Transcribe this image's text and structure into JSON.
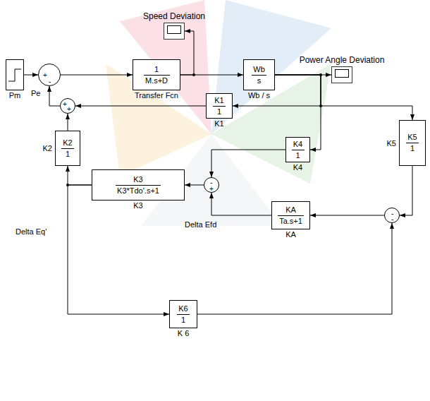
{
  "diagram": {
    "nodes": [
      {
        "text": [
          "Speed Deviation"
        ]
      },
      {
        "text": [
          "Power Angle Deviation"
        ]
      },
      {
        "text": [
          "Pm"
        ]
      },
      {
        "text": [
          "+",
          "-"
        ]
      },
      {
        "text": [
          "1",
          "M.s+D",
          "Transfer Fcn"
        ]
      },
      {
        "text": [
          "Wb",
          "s",
          "Wb / s"
        ]
      },
      {
        "text": [
          "+",
          "+"
        ]
      },
      {
        "text": [
          "K1",
          "1",
          "K1"
        ]
      },
      {
        "text": [
          "K2",
          "1",
          "K2"
        ]
      },
      {
        "text": [
          "K4",
          "1",
          "K4"
        ]
      },
      {
        "text": [
          "K5",
          "1",
          "K5"
        ]
      },
      {
        "text": [
          "K3",
          "K3*Tdo'.s+1",
          "K3"
        ]
      },
      {
        "text": [
          "-",
          "+"
        ]
      },
      {
        "text": [
          "KA",
          "Ta.s+1",
          "KA"
        ]
      },
      {
        "text": [
          "-",
          "-"
        ]
      },
      {
        "text": [
          "K6",
          "1",
          "K 6"
        ]
      }
    ],
    "edges": [
      {
        "from": 2,
        "to": 3,
        "arrow": "to"
      },
      {
        "from": 3,
        "to": 4,
        "arrow": "to"
      },
      {
        "from": 4,
        "to": 5,
        "arrow": "to"
      },
      {
        "from": 4,
        "to": 0,
        "arrow": "to"
      },
      {
        "from": 5,
        "to": 1,
        "arrow": "to"
      },
      {
        "from": 5,
        "to": 7,
        "arrow": "to"
      },
      {
        "from": 5,
        "to": 9,
        "arrow": "to"
      },
      {
        "from": 5,
        "to": 10,
        "arrow": "to"
      },
      {
        "from": 7,
        "to": 6,
        "arrow": "to"
      },
      {
        "from": 6,
        "to": 3,
        "arrow": "to"
      },
      {
        "from": 8,
        "to": 6,
        "arrow": "to"
      },
      {
        "from": 9,
        "to": 12,
        "arrow": "to"
      },
      {
        "from": 10,
        "to": 14,
        "arrow": "to"
      },
      {
        "from": 14,
        "to": 13,
        "arrow": "to"
      },
      {
        "from": 13,
        "to": 12,
        "arrow": "to"
      },
      {
        "from": 12,
        "to": 11,
        "arrow": "to"
      },
      {
        "from": 11,
        "to": 8,
        "arrow": "to"
      },
      {
        "from": 11,
        "to": 15,
        "arrow": "to"
      },
      {
        "from": 15,
        "to": 14,
        "arrow": "to"
      }
    ],
    "labels": [
      "Pe",
      "Delta Eq'",
      "Delta Efd"
    ]
  }
}
